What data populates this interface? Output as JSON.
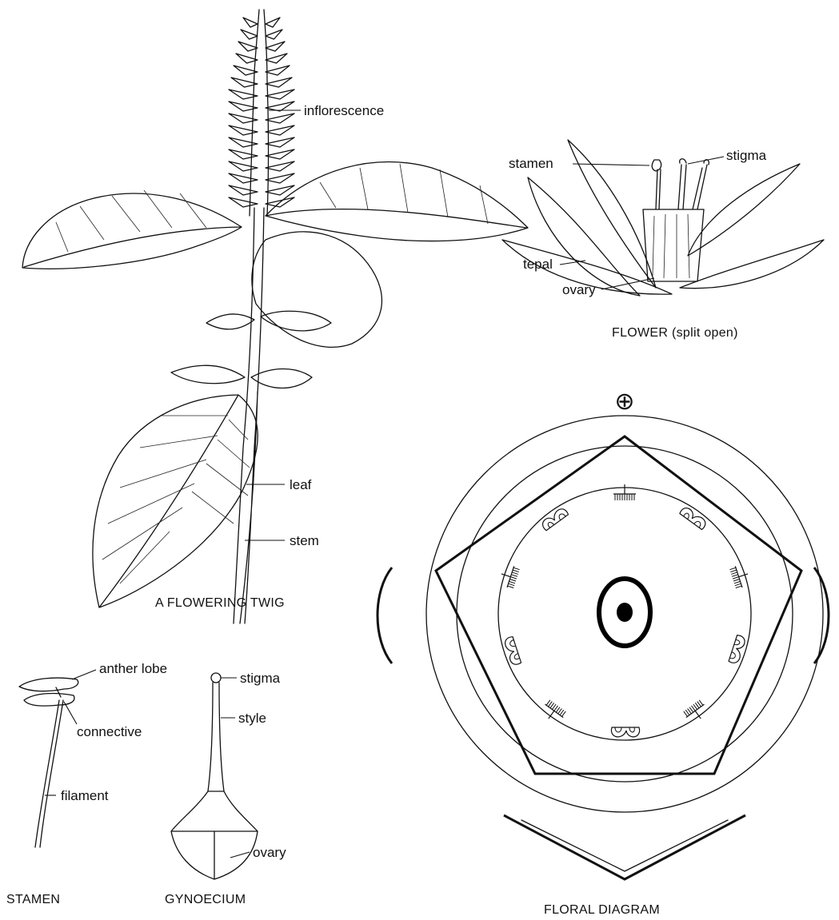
{
  "labels": {
    "inflorescence": "inflorescence",
    "leaf": "leaf",
    "stem": "stem",
    "stamen": "stamen",
    "stigma_flower": "stigma",
    "tepal": "tepal",
    "ovary_flower": "ovary",
    "anther_lobe": "anther lobe",
    "connective": "connective",
    "filament": "filament",
    "stigma_gyn": "stigma",
    "style": "style",
    "ovary_gyn": "ovary",
    "axis_symbol": "⊕"
  },
  "captions": {
    "twig": "A FLOWERING TWIG",
    "flower": "FLOWER (split open)",
    "stamen": "STAMEN",
    "gynoecium": "GYNOECIUM",
    "floral_diagram": "FLORAL DIAGRAM"
  }
}
